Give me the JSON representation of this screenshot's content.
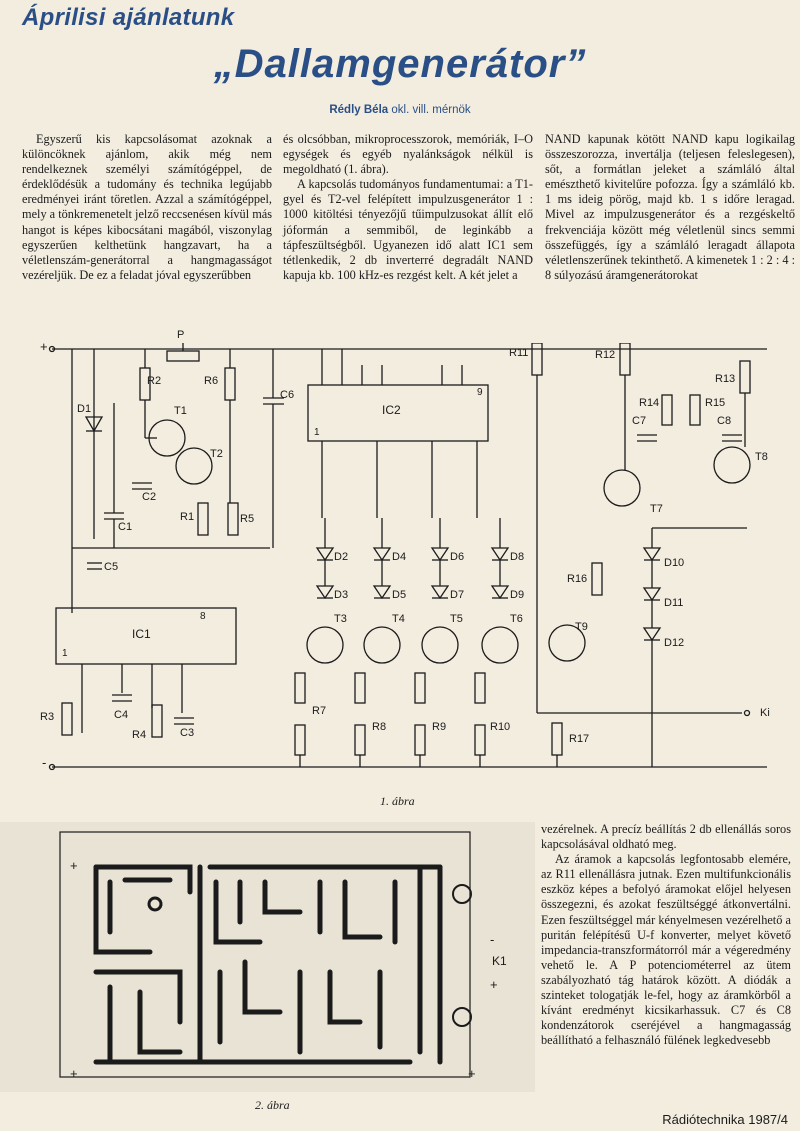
{
  "header": {
    "kicker": "Áprilisi ajánlatunk",
    "title": "„Dallamgenerátor”",
    "author_name": "Rédly Béla",
    "author_title": "okl. vill. mérnök"
  },
  "article": {
    "col1_p1": "Egyszerű kis kapcsolásomat azoknak a különcöknek ajánlom, akik még nem rendelkeznek személyi számítógéppel, de érdeklődésük a tudomány és technika legújabb eredményei iránt töretlen. Azzal a számítógéppel, mely a tönkremenetelt jelző reccsenésen kívül más hangot is képes kibocsátani magából, viszonylag egyszerűen kelthetünk hangzavart, ha a véletlenszám-generátorral a hangmagasságot vezéreljük. De ez a feladat jóval egyszerűbben",
    "col2_p1": "és olcsóbban, mikroprocesszorok, memóriák, I–O egységek és egyéb nyalánkságok nélkül is megoldható (1. ábra).",
    "col2_p2": "A kapcsolás tudományos fundamentumai: a T1-gyel és T2-vel felépített impulzusgenerátor 1 : 1000 kitöltési tényezőjű tűimpulzusokat állít elő jóformán a semmiből, de leginkább a tápfeszültségből. Ugyanezen idő alatt IC1 sem tétlenkedik, 2 db inverterré degradált NAND kapuja kb. 100 kHz-es rezgést kelt. A két jelet a",
    "col3_p1": "NAND kapunak kötött NAND kapu logikailag összeszorozza, invertálja (teljesen feleslegesen), sőt, a formátlan jeleket a számláló által emészthető kivitelűre pofozza. Így a számláló kb. 1 ms ideig pörög, majd kb. 1 s időre leragad. Mivel az impulzusgenerátor és a rezgéskeltő frekvenciája között még véletlenül sincs semmi összefüggés, így a számláló leragadt állapota véletlenszerűnek tekinthető. A kimenetek 1 : 2 : 4 : 8 súlyozású áramgenerátorokat",
    "col4_p1": "vezérelnek. A precíz beállítás 2 db ellenállás soros kapcsolásával oldható meg.",
    "col4_p2": "Az áramok a kapcsolás legfontosabb elemére, az R11 ellenállásra jutnak. Ezen multifunkcionális eszköz képes a befolyó áramokat előjel helyesen összegezni, és azokat feszültséggé átkonvertálni. Ezen feszültséggel már kényelmesen vezérelhető a puritán felépítésű U-f konverter, melyet követő impedancia-transzformátorról már a végeredmény vehető le. A P potenciométerrel az ütem szabályozható tág határok között. A diódák a szinteket tologatják le-fel, hogy az áramkörből a kívánt eredményt kicsikarhassuk. C7 és C8 kondenzátorok cseréjével a hangmagasság beállítható a felhasználó fülének legkedvesebb"
  },
  "figure1": {
    "caption": "1. ábra",
    "labels": {
      "P": "P",
      "R2": "R2",
      "R6": "R6",
      "T1": "T1",
      "T2": "T2",
      "D1": "D1",
      "C2": "C2",
      "C1": "C1",
      "R1": "R1",
      "R5": "R5",
      "C5": "C5",
      "C6": "C6",
      "IC2": "IC2",
      "IC1": "IC1",
      "pin9": "9",
      "pin1a": "1",
      "pin8": "8",
      "pin1b": "1",
      "R11": "R11",
      "R12": "R12",
      "R13": "R13",
      "R14": "R14",
      "R15": "R15",
      "C7": "C7",
      "C8": "C8",
      "T7": "T7",
      "T8": "T8",
      "T9": "T9",
      "D2": "D2",
      "D3": "D3",
      "D4": "D4",
      "D5": "D5",
      "D6": "D6",
      "D7": "D7",
      "D8": "D8",
      "D9": "D9",
      "D10": "D10",
      "D11": "D11",
      "D12": "D12",
      "T3": "T3",
      "T4": "T4",
      "T5": "T5",
      "T6": "T6",
      "R3": "R3",
      "R4": "R4",
      "C3": "C3",
      "C4": "C4",
      "R7": "R7",
      "R8": "R8",
      "R9": "R9",
      "R10": "R10",
      "R16": "R16",
      "R17": "R17",
      "out": "Ki",
      "plus": "+",
      "minus": "-"
    }
  },
  "figure2": {
    "caption": "2. ábra",
    "labels": {
      "plus1": "+",
      "minus": "-",
      "k1": "K1",
      "plus2": "+",
      "plus3": "+",
      "plus4": "+"
    }
  },
  "footer": {
    "journal": "Rádiótechnika 1987/4"
  }
}
